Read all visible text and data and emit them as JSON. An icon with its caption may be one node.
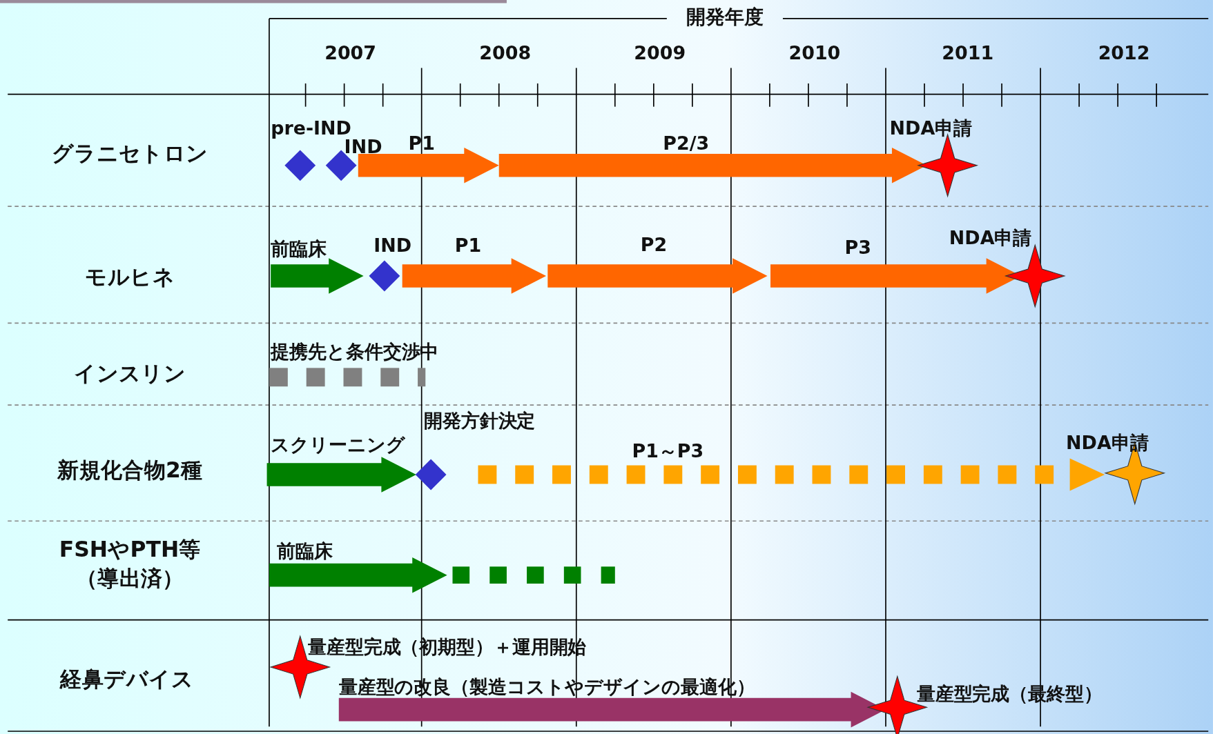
{
  "diagram": {
    "title": "開発年度",
    "nodes": [
      {
        "text": [
          "pre-IND"
        ]
      },
      {
        "text": [
          "IND"
        ]
      },
      {
        "text": [
          "P1"
        ]
      },
      {
        "text": [
          "P2/3"
        ]
      },
      {
        "text": [
          "NDA申請"
        ]
      },
      {
        "text": [
          "前臨床"
        ]
      },
      {
        "text": [
          "IND"
        ]
      },
      {
        "text": [
          "P1"
        ]
      },
      {
        "text": [
          "P2"
        ]
      },
      {
        "text": [
          "P3"
        ]
      },
      {
        "text": [
          "NDA申請"
        ]
      },
      {
        "text": [
          "提携先と条件交渉中"
        ]
      },
      {
        "text": [
          "スクリーニング"
        ]
      },
      {
        "text": [
          "開発方針決定"
        ]
      },
      {
        "text": [
          "P1～P3"
        ]
      },
      {
        "text": [
          "NDA申請"
        ]
      },
      {
        "text": [
          "前臨床"
        ]
      },
      {
        "text": [],
        "shape": "bar"
      },
      {
        "text": [
          "量産型完成（初期型）＋運用開始"
        ]
      },
      {
        "text": [
          "量産型の改良（製造コストやデザインの最適化）"
        ]
      },
      {
        "text": [
          "量産型完成（最終型）"
        ]
      }
    ],
    "labels": [
      "2007",
      "2008",
      "2009",
      "2010",
      "2011",
      "2012",
      "グラニセトロン",
      "モルヒネ",
      "インスリン",
      "新規化合物2種",
      "FSHやPTH等",
      "（導出済）",
      "経鼻デバイス"
    ]
  }
}
